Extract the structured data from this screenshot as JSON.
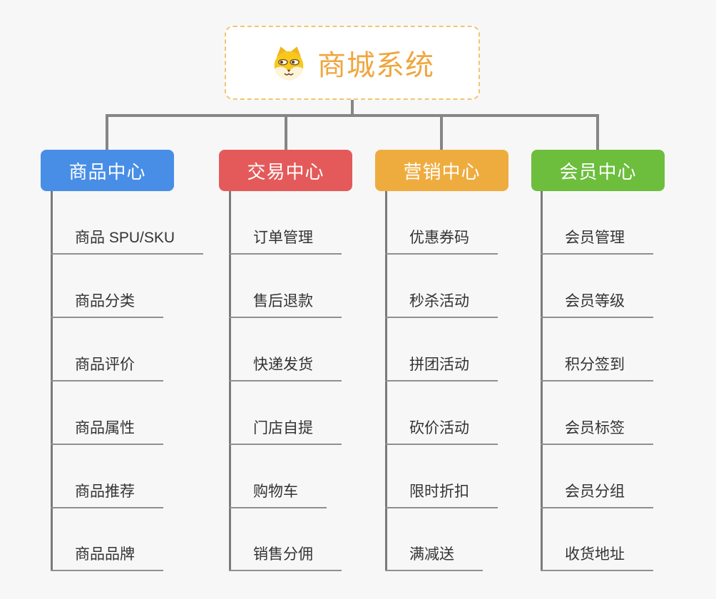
{
  "page": {
    "background": "#f7f7f7",
    "line_color": "#868686"
  },
  "root": {
    "title": "商城系统",
    "title_color": "#F0A63E",
    "icon": "dog-icon"
  },
  "branches": [
    {
      "label": "商品中心",
      "color": "#488EE6",
      "items": [
        "商品 SPU/SKU",
        "商品分类",
        "商品评价",
        "商品属性",
        "商品推荐",
        "商品品牌"
      ]
    },
    {
      "label": "交易中心",
      "color": "#E45A5A",
      "items": [
        "订单管理",
        "售后退款",
        "快递发货",
        "门店自提",
        "购物车",
        "销售分佣"
      ]
    },
    {
      "label": "营销中心",
      "color": "#EFAC3E",
      "items": [
        "优惠券码",
        "秒杀活动",
        "拼团活动",
        "砍价活动",
        "限时折扣",
        "满减送"
      ]
    },
    {
      "label": "会员中心",
      "color": "#6CBE3C",
      "items": [
        "会员管理",
        "会员等级",
        "积分签到",
        "会员标签",
        "会员分组",
        "收货地址"
      ]
    }
  ]
}
